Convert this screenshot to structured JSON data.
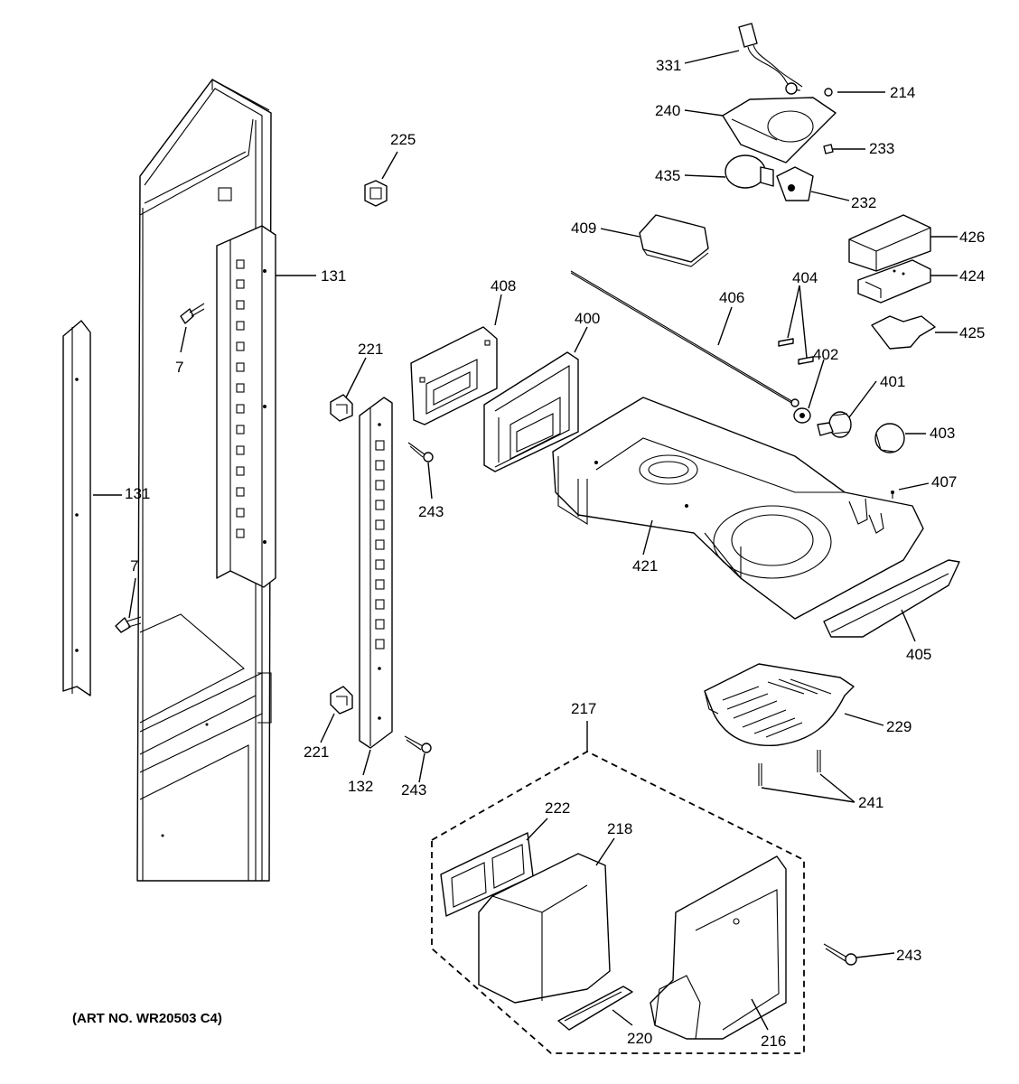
{
  "diagram": {
    "art_number": "(ART NO. WR20503 C4)",
    "callouts": {
      "c331": "331",
      "c214": "214",
      "c240": "240",
      "c233": "233",
      "c435": "435",
      "c232": "232",
      "c225": "225",
      "c409": "409",
      "c426": "426",
      "c424": "424",
      "c404": "404",
      "c131a": "131",
      "c408": "408",
      "c406": "406",
      "c425": "425",
      "c7a": "7",
      "c400": "400",
      "c221a": "221",
      "c402": "402",
      "c401": "401",
      "c403": "403",
      "c131b": "131",
      "c243a": "243",
      "c407": "407",
      "c421": "421",
      "c7b": "7",
      "c405": "405",
      "c217": "217",
      "c229": "229",
      "c221b": "221",
      "c132": "132",
      "c243b": "243",
      "c241": "241",
      "c222": "222",
      "c218": "218",
      "c243c": "243",
      "c220": "220",
      "c216": "216"
    }
  }
}
